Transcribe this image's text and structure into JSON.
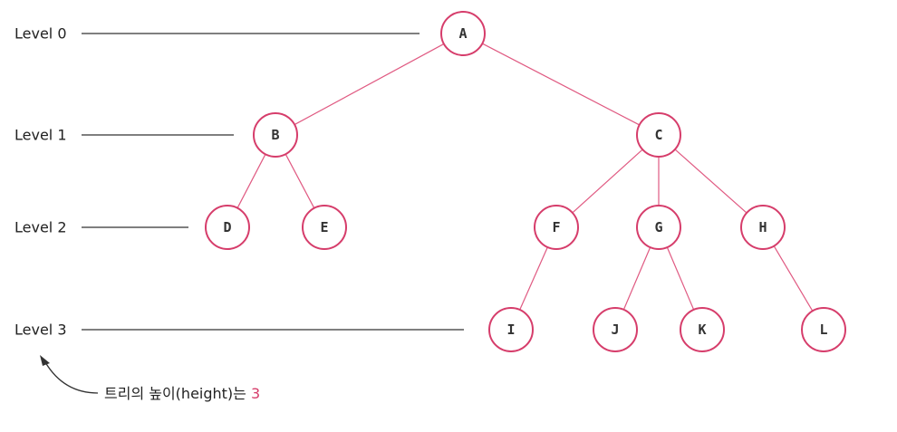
{
  "diagram": {
    "levels": [
      {
        "label": "Level 0"
      },
      {
        "label": "Level 1"
      },
      {
        "label": "Level 2"
      },
      {
        "label": "Level 3"
      }
    ],
    "nodes": [
      {
        "id": "A",
        "label": "A",
        "level": 0
      },
      {
        "id": "B",
        "label": "B",
        "level": 1
      },
      {
        "id": "C",
        "label": "C",
        "level": 1
      },
      {
        "id": "D",
        "label": "D",
        "level": 2
      },
      {
        "id": "E",
        "label": "E",
        "level": 2
      },
      {
        "id": "F",
        "label": "F",
        "level": 2
      },
      {
        "id": "G",
        "label": "G",
        "level": 2
      },
      {
        "id": "H",
        "label": "H",
        "level": 2
      },
      {
        "id": "I",
        "label": "I",
        "level": 3
      },
      {
        "id": "J",
        "label": "J",
        "level": 3
      },
      {
        "id": "K",
        "label": "K",
        "level": 3
      },
      {
        "id": "L",
        "label": "L",
        "level": 3
      }
    ],
    "edges": [
      [
        "A",
        "B"
      ],
      [
        "A",
        "C"
      ],
      [
        "B",
        "D"
      ],
      [
        "B",
        "E"
      ],
      [
        "C",
        "F"
      ],
      [
        "C",
        "G"
      ],
      [
        "C",
        "H"
      ],
      [
        "F",
        "I"
      ],
      [
        "G",
        "J"
      ],
      [
        "G",
        "K"
      ],
      [
        "H",
        "L"
      ]
    ],
    "caption": {
      "text": "트리의 높이(height)는 ",
      "value": "3"
    },
    "colors": {
      "node_stroke": "#d63d6b",
      "edge": "#e05a82",
      "accent": "#d63d6b",
      "level_line": "#333333"
    }
  }
}
